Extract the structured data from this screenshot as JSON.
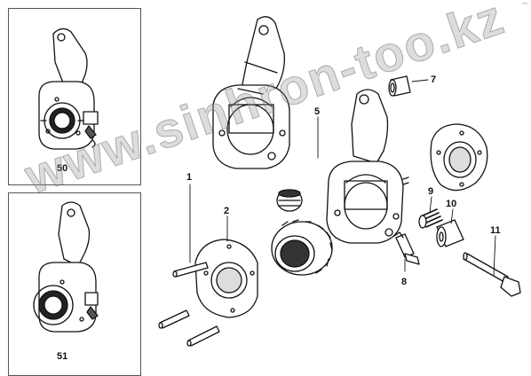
{
  "corner_mark": "ᵃ⁰ᵉ",
  "insets": [
    {
      "number": "50"
    },
    {
      "number": "51"
    }
  ],
  "callouts": [
    {
      "number": "1"
    },
    {
      "number": "2"
    },
    {
      "number": "5"
    },
    {
      "number": "7"
    },
    {
      "number": "8"
    },
    {
      "number": "9"
    },
    {
      "number": "10"
    },
    {
      "number": "11"
    }
  ],
  "watermark": "www.sinhron-too.kz"
}
